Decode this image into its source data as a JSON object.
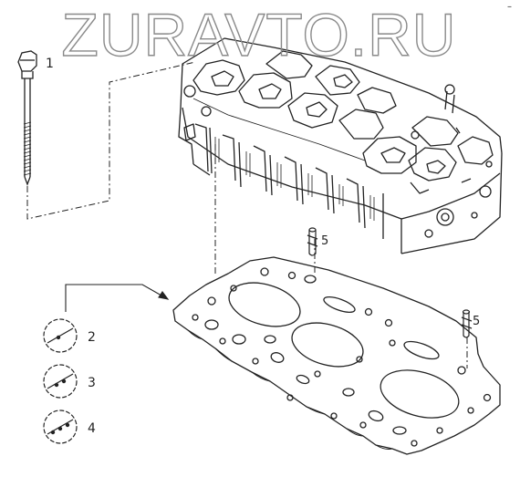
{
  "watermark": {
    "text": "ZURAVTO.RU"
  },
  "corner_mark": "–",
  "callouts": [
    {
      "id": "bolt",
      "label": "1"
    },
    {
      "id": "gasket-variant-a",
      "label": "2"
    },
    {
      "id": "gasket-variant-b",
      "label": "3"
    },
    {
      "id": "gasket-variant-c",
      "label": "4"
    },
    {
      "id": "dowel-rear",
      "label": "5"
    },
    {
      "id": "dowel-front",
      "label": "5"
    }
  ],
  "colors": {
    "line": "#222222",
    "watermark_stroke": "#8a8a8a",
    "background": "#ffffff"
  }
}
